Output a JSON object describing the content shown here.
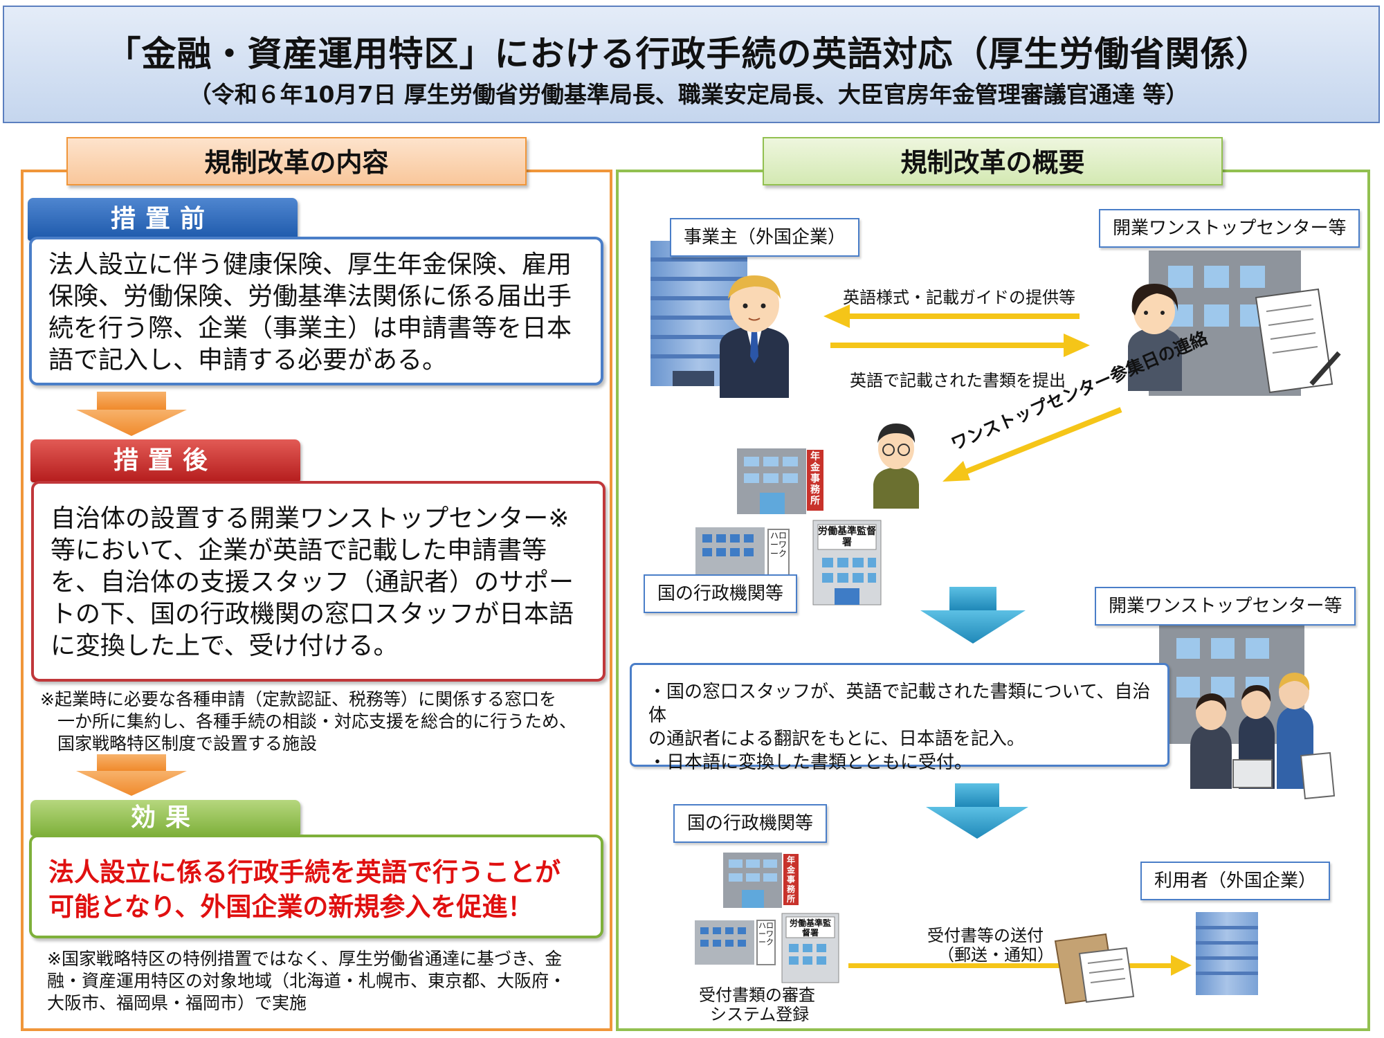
{
  "header": {
    "title": "「金融・資産運用特区」における行政手続の英語対応（厚生労働省関係）",
    "subtitle": "（令和６年10月7日 厚生労働省労働基準局長、職業安定局長、大臣官房年金管理審議官通達 等）"
  },
  "left": {
    "heading": "規制改革の内容",
    "before_label": "措置前",
    "before_text": "法人設立に伴う健康保険、厚生年金保険、雇用保険、労働保険、労働基準法関係に係る届出手続を行う際、企業（事業主）は申請書等を日本語で記入し、申請する必要がある。",
    "after_label": "措置後",
    "after_text": "自治体の設置する開業ワンストップセンター※等において、企業が英語で記載した申請書等を、自治体の支援スタッフ（通訳者）のサポートの下、国の行政機関の窓口スタッフが日本語に変換した上で、受け付ける。",
    "note1_line1": "※起業時に必要な各種申請（定款認証、税務等）に関係する窓口を",
    "note1_line2": "　一か所に集約し、各種手続の相談・対応支援を総合的に行うため、",
    "note1_line3": "　国家戦略特区制度で設置する施設",
    "effect_label": "効果",
    "effect_text": "法人設立に係る行政手続を英語で行うことが可能となり、外国企業の新規参入を促進！",
    "note2_line1": "※国家戦略特区の特例措置ではなく、厚生労働省通達に基づき、金",
    "note2_line2": "融・資産運用特区の対象地域（北海道・札幌市、東京都、大阪府・",
    "note2_line3": "大阪市、福岡県・福岡市）で実施"
  },
  "right": {
    "heading": "規制改革の概要",
    "employer_label": "事業主（外国企業）",
    "onestop_label1": "開業ワンストップセンター等",
    "arrow_text1": "英語様式・記載ガイドの提供等",
    "arrow_text2": "英語で記載された書類を提出",
    "arrow_text3": "ワンストップセンター参集日の連絡",
    "gov_label1": "国の行政機関等",
    "onestop_label2": "開業ワンストップセンター等",
    "desc_line1": "・国の窓口スタッフが、英語で記載された書類について、自治体",
    "desc_line2": "の通訳者による翻訳をもとに、日本語を記入。",
    "desc_line3": "・日本語に変換した書類とともに受付。",
    "gov_label2": "国の行政機関等",
    "user_label": "利用者（外国企業）",
    "send_text1": "受付書等の送付",
    "send_text2": "（郵送・通知）",
    "review_text1": "受付書類の審査",
    "review_text2": "システム登録",
    "building_sign_pension": "年金事務所",
    "building_sign_labor": "労働基準監督署",
    "building_sign_hellowork": "ハローワーク"
  },
  "colors": {
    "orange": "#f0963a",
    "green": "#92c050",
    "blue_border": "#4a7ec8",
    "red": "#c0373a",
    "effect_text": "#e01010",
    "yellow_arrow": "#f5c518",
    "teal_arrow": "#2e9bcb"
  }
}
